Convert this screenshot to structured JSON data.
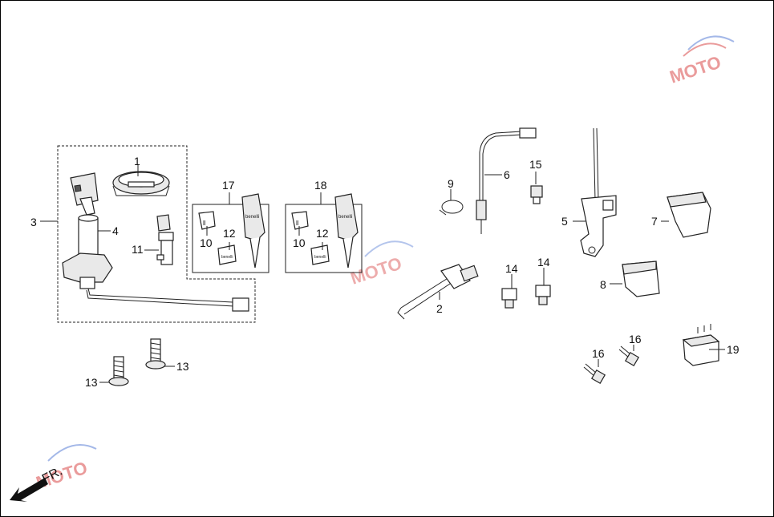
{
  "diagram": {
    "callouts": [
      {
        "id": "c1",
        "text": "1"
      },
      {
        "id": "c2",
        "text": "2"
      },
      {
        "id": "c3",
        "text": "3"
      },
      {
        "id": "c4",
        "text": "4"
      },
      {
        "id": "c5",
        "text": "5"
      },
      {
        "id": "c6",
        "text": "6"
      },
      {
        "id": "c7",
        "text": "7"
      },
      {
        "id": "c8",
        "text": "8"
      },
      {
        "id": "c9",
        "text": "9"
      },
      {
        "id": "c10a",
        "text": "10"
      },
      {
        "id": "c10b",
        "text": "10"
      },
      {
        "id": "c11",
        "text": "11"
      },
      {
        "id": "c12a",
        "text": "12"
      },
      {
        "id": "c12b",
        "text": "12"
      },
      {
        "id": "c13a",
        "text": "13"
      },
      {
        "id": "c13b",
        "text": "13"
      },
      {
        "id": "c14a",
        "text": "14"
      },
      {
        "id": "c14b",
        "text": "14"
      },
      {
        "id": "c15",
        "text": "15"
      },
      {
        "id": "c16a",
        "text": "16"
      },
      {
        "id": "c16b",
        "text": "16"
      },
      {
        "id": "c17",
        "text": "17"
      },
      {
        "id": "c18",
        "text": "18"
      },
      {
        "id": "c19",
        "text": "19"
      }
    ],
    "front_arrow_label": "FR.",
    "key_chip_text": "benelli",
    "watermark_text": "MOTO",
    "colors": {
      "line": "#222222",
      "watermark_red": "#d94a4a",
      "watermark_blue": "#5a7fd6"
    }
  }
}
